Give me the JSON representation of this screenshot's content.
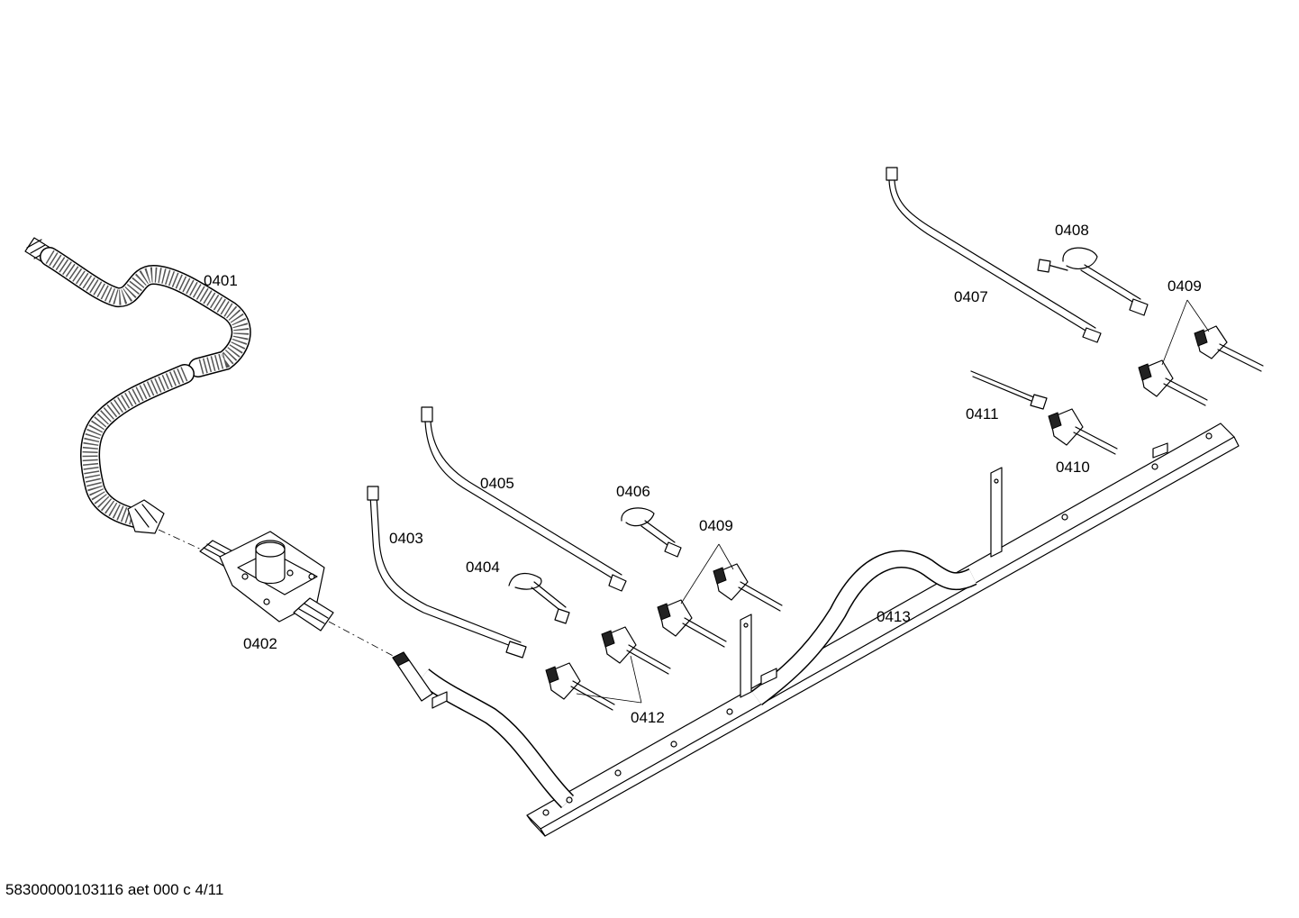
{
  "labels": {
    "p0401": "0401",
    "p0402": "0402",
    "p0403": "0403",
    "p0404": "0404",
    "p0405": "0405",
    "p0406": "0406",
    "p0407": "0407",
    "p0408": "0408",
    "p0409a": "0409",
    "p0409b": "0409",
    "p0410": "0410",
    "p0411": "0411",
    "p0412": "0412",
    "p0413": "0413"
  },
  "footer": "58300000103116 aet 000 c 4/11"
}
